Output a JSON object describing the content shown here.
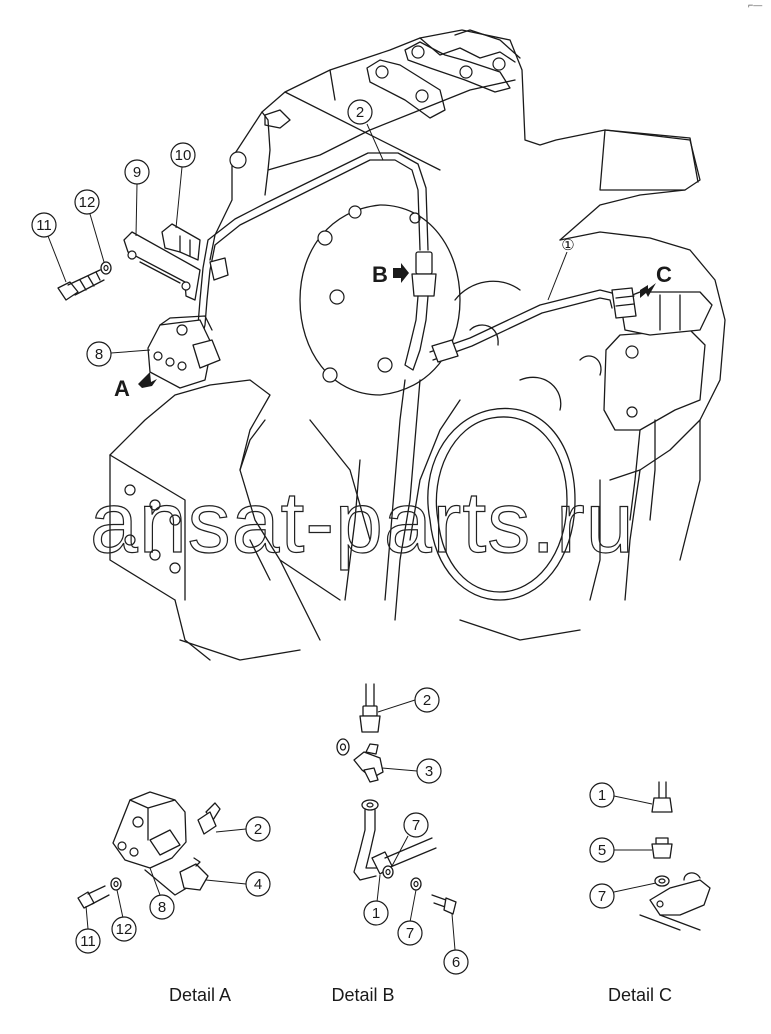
{
  "watermark": "ansat-parts.ru",
  "corner_mark": "⌐—",
  "main_view": {
    "callouts": [
      {
        "id": "callout-2",
        "label": "2"
      },
      {
        "id": "callout-10",
        "label": "10"
      },
      {
        "id": "callout-9",
        "label": "9"
      },
      {
        "id": "callout-12",
        "label": "12"
      },
      {
        "id": "callout-11",
        "label": "11"
      },
      {
        "id": "callout-8",
        "label": "8"
      },
      {
        "id": "callout-1",
        "label": "①"
      }
    ],
    "view_markers": [
      {
        "id": "marker-a",
        "label": "A"
      },
      {
        "id": "marker-b",
        "label": "B"
      },
      {
        "id": "marker-c",
        "label": "C"
      }
    ]
  },
  "detail_a": {
    "caption": "Detail A",
    "callouts": [
      "2",
      "4",
      "8",
      "12",
      "11"
    ]
  },
  "detail_b": {
    "caption": "Detail B",
    "callouts": [
      "2",
      "3",
      "7",
      "1",
      "7",
      "6"
    ]
  },
  "detail_c": {
    "caption": "Detail C",
    "callouts": [
      "1",
      "5",
      "7"
    ]
  }
}
